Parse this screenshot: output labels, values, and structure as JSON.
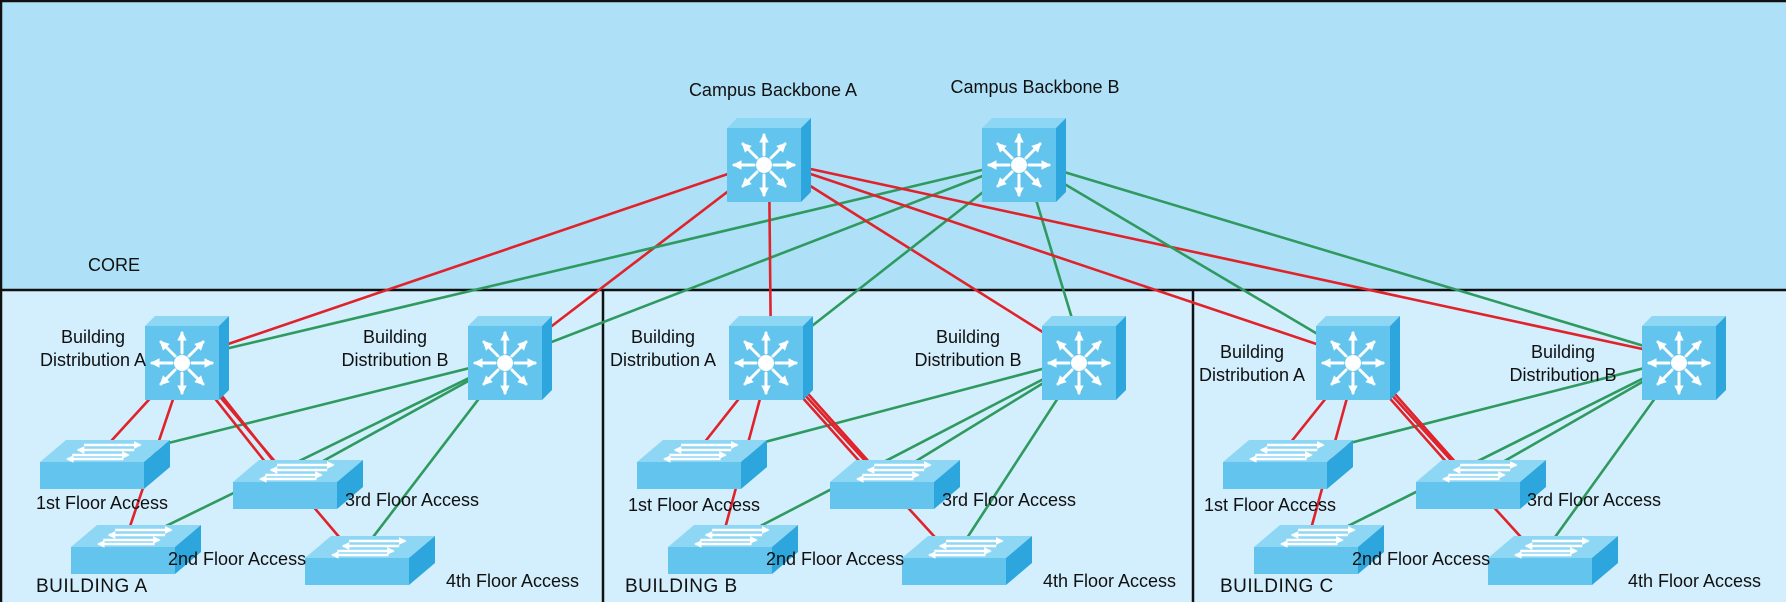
{
  "colors": {
    "core_bg": "#aee1f7",
    "building_bg": "#d3eefc",
    "device_front": "#63c5ee",
    "device_top": "#8ed7f4",
    "device_side": "#2ca6dc",
    "primary_link": "#e0232b",
    "secondary_link": "#2f9a5f",
    "border": "#111111"
  },
  "core": {
    "label": "CORE",
    "backbone_a_label": "Campus Backbone A",
    "backbone_b_label": "Campus Backbone B"
  },
  "buildings": [
    {
      "name": "BUILDING  A",
      "dist_a_label": [
        "Building",
        "Distribution A"
      ],
      "dist_b_label": [
        "Building",
        "Distribution B"
      ],
      "floor1": "1st Floor Access",
      "floor2": "2nd Floor Access",
      "floor3": "3rd Floor Access",
      "floor4": "4th Floor Access"
    },
    {
      "name": "BUILDING  B",
      "dist_a_label": [
        "Building",
        "Distribution A"
      ],
      "dist_b_label": [
        "Building",
        "Distribution B"
      ],
      "floor1": "1st Floor Access",
      "floor2": "2nd Floor Access",
      "floor3": "3rd Floor Access",
      "floor4": "4th Floor Access"
    },
    {
      "name": "BUILDING  C",
      "dist_a_label": [
        "Building",
        "Distribution A"
      ],
      "dist_b_label": [
        "Building",
        "Distribution B"
      ],
      "floor1": "1st Floor Access",
      "floor2": "2nd Floor Access",
      "floor3": "3rd Floor Access",
      "floor4": "4th Floor Access"
    }
  ],
  "icons": {
    "core_switch": "multilayer-switch-icon",
    "distribution_switch": "multilayer-switch-icon",
    "access_switch": "workgroup-switch-icon"
  }
}
